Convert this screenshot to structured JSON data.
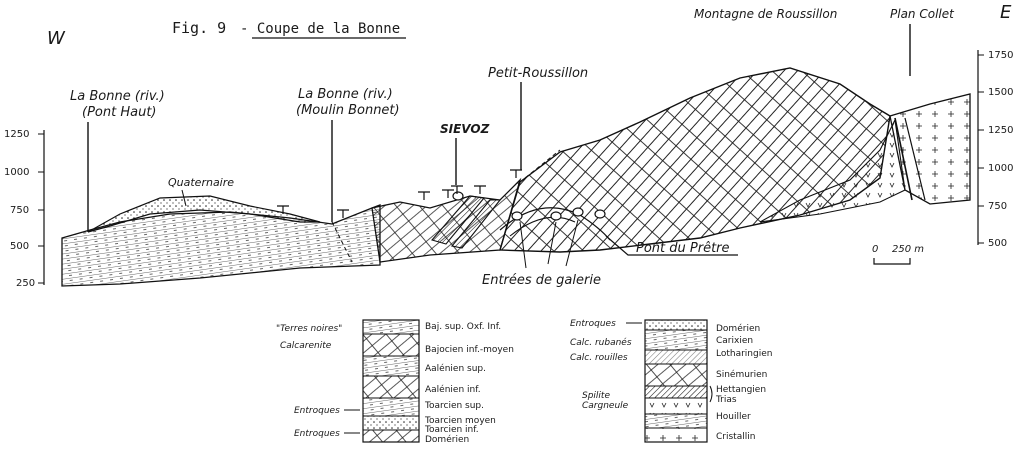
{
  "figure": {
    "fig_label": "Fig. 9",
    "title": "- Coupe de la Bonne",
    "west": "W",
    "east": "E"
  },
  "left_scale": [
    "1250",
    "1000",
    "750",
    "500",
    "250"
  ],
  "right_scale": [
    "1750",
    "1500",
    "1250",
    "1000",
    "750",
    "500"
  ],
  "places": {
    "bonne_pont_haut_1": "La Bonne (riv.)",
    "bonne_pont_haut_2": "(Pont Haut)",
    "bonne_moulin_1": "La Bonne (riv.)",
    "bonne_moulin_2": "(Moulin Bonnet)",
    "sievoz": "SIEVOZ",
    "petit_roussillon": "Petit-Roussillon",
    "montagne": "Montagne de Roussillon",
    "plan_collet": "Plan Collet",
    "quaternaire": "Quaternaire",
    "pont_pretre": "Pont du Prêtre",
    "entrees": "Entrées de galerie"
  },
  "scale_bar": {
    "zero": "0",
    "label": "250 m"
  },
  "legend_left": {
    "side_labels": [
      "\"Terres noires\"",
      "Calcarenite",
      "Entroques",
      "Entroques"
    ],
    "units": [
      "Baj. sup. Oxf. Inf.",
      "Bajocien inf.-moyen",
      "Aalénien sup.",
      "Aalénien inf.",
      "Toarcien sup.",
      "Toarcien moyen",
      "Toarcien inf.",
      "Domérien"
    ]
  },
  "legend_right": {
    "side_labels": [
      "Entroques",
      "Calc. rubanés",
      "Calc. rouilles",
      "Spilite",
      "Cargneule"
    ],
    "units": [
      "Domérien",
      "Carixien",
      "Lotharingien",
      "Sinémurien",
      "Hettangien",
      "Trias",
      "Houiller",
      "Cristallin"
    ]
  }
}
